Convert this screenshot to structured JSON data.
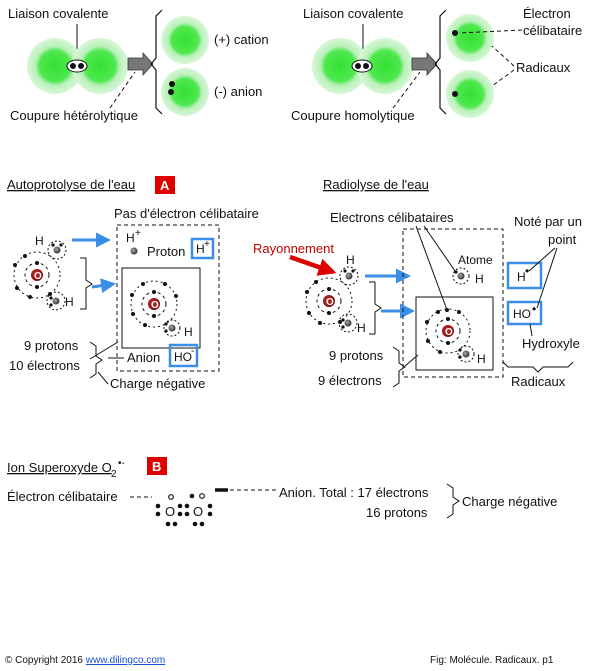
{
  "top_left": {
    "bond_label": "Liaison covalente",
    "cation_label": "(+) cation",
    "anion_label": "(-) anion",
    "cut_label": "Coupure hétérolytique"
  },
  "top_right": {
    "bond_label": "Liaison covalente",
    "electron_label_1": "Électron",
    "electron_label_2": "célibataire",
    "radicals_label": "Radicaux",
    "cut_label": "Coupure homolytique"
  },
  "autoprotolysis": {
    "title": "Autoprotolyse de l'eau",
    "badge": "A",
    "no_electron_label": "Pas d'électron célibataire",
    "h_label": "H",
    "h_plus": "H",
    "plus_sup": "+",
    "proton_label": "Proton",
    "boxed_h_plus": "H",
    "protons_label": "9 protons",
    "electrons_label": "10 électrons",
    "anion_label": "Anion",
    "ho_minus": "HO",
    "minus_sup": "-",
    "charge_label": "Charge négative",
    "o_symbol": "O"
  },
  "radiolysis": {
    "title": "Radiolyse de l'eau",
    "radiation_label": "Rayonnement",
    "electrons_label": "Electrons célibataires",
    "atom_label": "Atome",
    "note_label_1": "Noté par un",
    "note_label_2": "point",
    "h_label": "H",
    "radical_h": "H",
    "radical_ho": "HO",
    "dot": "•",
    "hydroxyl_label": "Hydroxyle",
    "protons_label": "9 protons",
    "electrons_count_label": "9 électrons",
    "radicals_label": "Radicaux",
    "o_symbol": "O"
  },
  "superoxide": {
    "title": "Ion Superoxyde O",
    "sub": "2",
    "sup": "•-",
    "badge": "B",
    "single_electron_label": "Électron célibataire",
    "anion_total_label": "Anion. Total : 17 électrons",
    "protons_label": "16 protons",
    "charge_label": "Charge négative",
    "o1": "O",
    "o2": "O"
  },
  "footer": {
    "copyright": "© Copyright 2016 ",
    "link": "www.dilingco.com",
    "fig": "Fig:  Molécule. Radicaux. p1"
  },
  "colors": {
    "atom_glow": "#b8f0b8",
    "atom_core": "#33e033",
    "badge": "#e00000",
    "arrow_blue": "#3a8ee6",
    "box_blue": "#3a8ee6",
    "oxygen": "#a01010",
    "radiation": "#dd0000"
  }
}
